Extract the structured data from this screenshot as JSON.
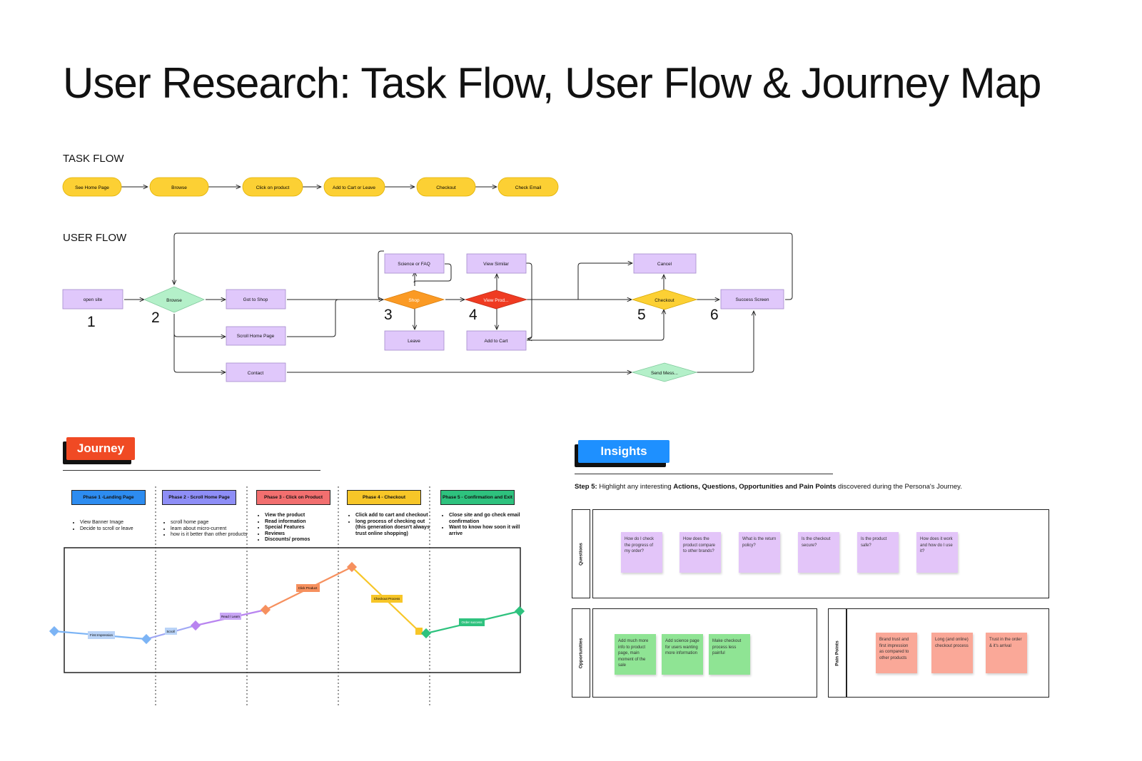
{
  "title": "User Research: Task Flow, User Flow & Journey Map",
  "task_flow": {
    "label": "TASK FLOW",
    "steps": [
      "See Home Page",
      "Browse",
      "Click on product",
      "Add to Cart or Leave",
      "Checkout",
      "Check Email"
    ]
  },
  "user_flow": {
    "label": "USER FLOW",
    "nodes": {
      "open_site": "open site",
      "browse": "Browse",
      "got_to_shop": "Got to Shop",
      "scroll_home": "Scroll Home Page",
      "contact": "Contact",
      "science_faq": "Science or FAQ",
      "shop": "Shop",
      "leave": "Leave",
      "view_similar": "View Similar",
      "view_prod": "View Prod...",
      "add_to_cart": "Add to Cart",
      "cancel": "Cancel",
      "checkout": "Checkout",
      "send_mess": "Send Mess...",
      "success": "Success Screen"
    },
    "step_numbers": [
      "1",
      "2",
      "3",
      "4",
      "5",
      "6"
    ]
  },
  "journey": {
    "tag": "Journey",
    "phases": [
      {
        "title": "Phase 1 -Landing Page",
        "color": "#2d8cf0",
        "bullets": [
          "View Banner Image",
          "Decide to scroll or leave"
        ]
      },
      {
        "title": "Phase 2 - Scroll Home Page",
        "color": "#8e8ef7",
        "bullets": [
          "scroll home page",
          "learn about micro-current",
          "how is it better than other products"
        ]
      },
      {
        "title": "Phase 3 - Click on Product",
        "color": "#f26f6f",
        "bullets": [
          "View the product",
          "Read information",
          "Special Features",
          "Reviews",
          "Discounts/ promos"
        ]
      },
      {
        "title": "Phase 4 - Checkout",
        "color": "#f7c628",
        "bullets": [
          "Click add to cart and checkout",
          "long process of checking out (this generation doesn't always trust online shopping)"
        ]
      },
      {
        "title": "Phase 5 - Confirmation and Exit",
        "color": "#2ec27e",
        "bullets": [
          "Close site and go check email confirmation",
          "Want to know how soon it will arrive"
        ]
      }
    ],
    "curve_labels": {
      "first_impression": "First Impression",
      "scroll": "Scroll",
      "read_learn": "Read / Learn",
      "click_product": "Click Product",
      "checkout_process": "Checkout Process",
      "order_success": "Order success"
    }
  },
  "insights": {
    "tag": "Insights",
    "step_prefix": "Step 5:",
    "step_text_1": " Highlight any interesting ",
    "step_bold": "Actions, Questions, Opportunities and Pain Points",
    "step_text_2": " discovered during the Persona's Journey.",
    "questions_label": "Questions",
    "questions": [
      "How do I check the progress of my order?",
      "How does the product compare to other brands?",
      "What is the return policy?",
      "Is the checkout secure?",
      "Is the product safe?",
      "How does it work and how do I use it?"
    ],
    "opportunities_label": "Opportunities",
    "opportunities": [
      "Add much more info to product page, main moment of the sale",
      "Add science page for users wanting more information",
      "Make checkout process less painful"
    ],
    "pain_points_label": "Pain Points",
    "pain_points": [
      "Brand trust and first impression as compared to other products",
      "Long (and online) checkout process",
      "Trust in the order & it's arrival"
    ]
  },
  "colors": {
    "task_pill": "#fcd034",
    "flow_rect": "#e0c8fb",
    "browse_diamond": "#b4f0c9",
    "shop_diamond": "#fb9a24",
    "view_prod_diamond": "#ef3b22",
    "checkout_diamond": "#fcd034",
    "send_diamond": "#b4f0c9",
    "journey_tag": "#f04a24",
    "insights_tag": "#1e90ff",
    "question_sticky": "#e3c5f9",
    "opportunity_sticky": "#8fe494",
    "pain_sticky": "#faa898"
  }
}
